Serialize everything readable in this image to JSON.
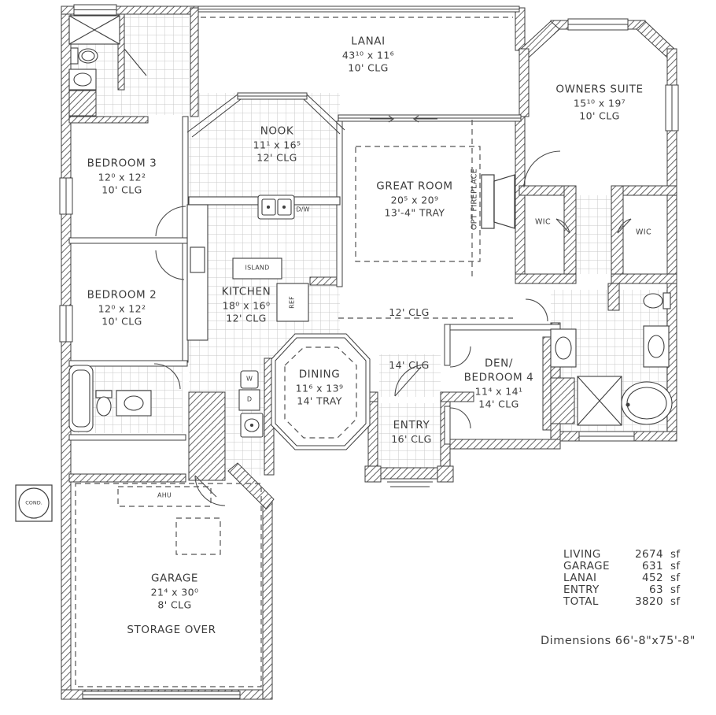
{
  "rooms": {
    "lanai": {
      "name": "LANAI",
      "dims": "43¹⁰ x 11⁶",
      "clg": "10'  CLG"
    },
    "owners_suite": {
      "name": "OWNERS  SUITE",
      "dims": "15¹⁰ x 19⁷",
      "clg": "10'  CLG"
    },
    "bedroom3": {
      "name": "BEDROOM  3",
      "dims": "12⁰ x 12²",
      "clg": "10'  CLG"
    },
    "nook": {
      "name": "NOOK",
      "dims": "11¹ x 16⁵",
      "clg": "12'  CLG"
    },
    "great_room": {
      "name": "GREAT  ROOM",
      "dims": "20⁵ x 20⁹",
      "clg": "13'-4\"  TRAY"
    },
    "bedroom2": {
      "name": "BEDROOM  2",
      "dims": "12⁰ x 12²",
      "clg": "10'  CLG"
    },
    "kitchen": {
      "name": "KITCHEN",
      "dims": "18⁰ x 16⁰",
      "clg": "12'  CLG"
    },
    "dining": {
      "name": "DINING",
      "dims": "11⁶ x 13⁹",
      "clg": "14'  TRAY"
    },
    "den_bedroom4": {
      "name_line1": "DEN/",
      "name_line2": "BEDROOM  4",
      "dims": "11⁴ x 14¹",
      "clg": "14'  CLG"
    },
    "entry": {
      "name": "ENTRY",
      "clg": "16'  CLG"
    },
    "garage": {
      "name": "GARAGE",
      "dims": "21⁴ x 30⁰",
      "clg": "8'  CLG",
      "note": "STORAGE  OVER"
    }
  },
  "labels": {
    "wic_left": "WIC",
    "wic_right": "WIC",
    "island": "ISLAND",
    "ref": "REF",
    "dishwasher": "D/W",
    "washer": "W",
    "dryer": "D",
    "ahu": "AHU",
    "condenser": "COND.",
    "opt_fireplace": "OPT  FIREPLACE",
    "hall_clg": "12'  CLG",
    "vestibule_clg": "14'  CLG"
  },
  "area_table": {
    "rows": [
      {
        "label": "LIVING",
        "value": "2674",
        "unit": "sf"
      },
      {
        "label": "GARAGE",
        "value": "631",
        "unit": "sf"
      },
      {
        "label": "LANAI",
        "value": "452",
        "unit": "sf"
      },
      {
        "label": "ENTRY",
        "value": "63",
        "unit": "sf"
      },
      {
        "label": "TOTAL",
        "value": "3820",
        "unit": "sf"
      }
    ]
  },
  "dimensions_note": "Dimensions  66'-8\"x75'-8\"",
  "colors": {
    "line": "#3f3f3f",
    "hatch": "#666666",
    "tile_grid": "#c9c9c9",
    "background": "#ffffff",
    "text": "#3c3c3c"
  }
}
